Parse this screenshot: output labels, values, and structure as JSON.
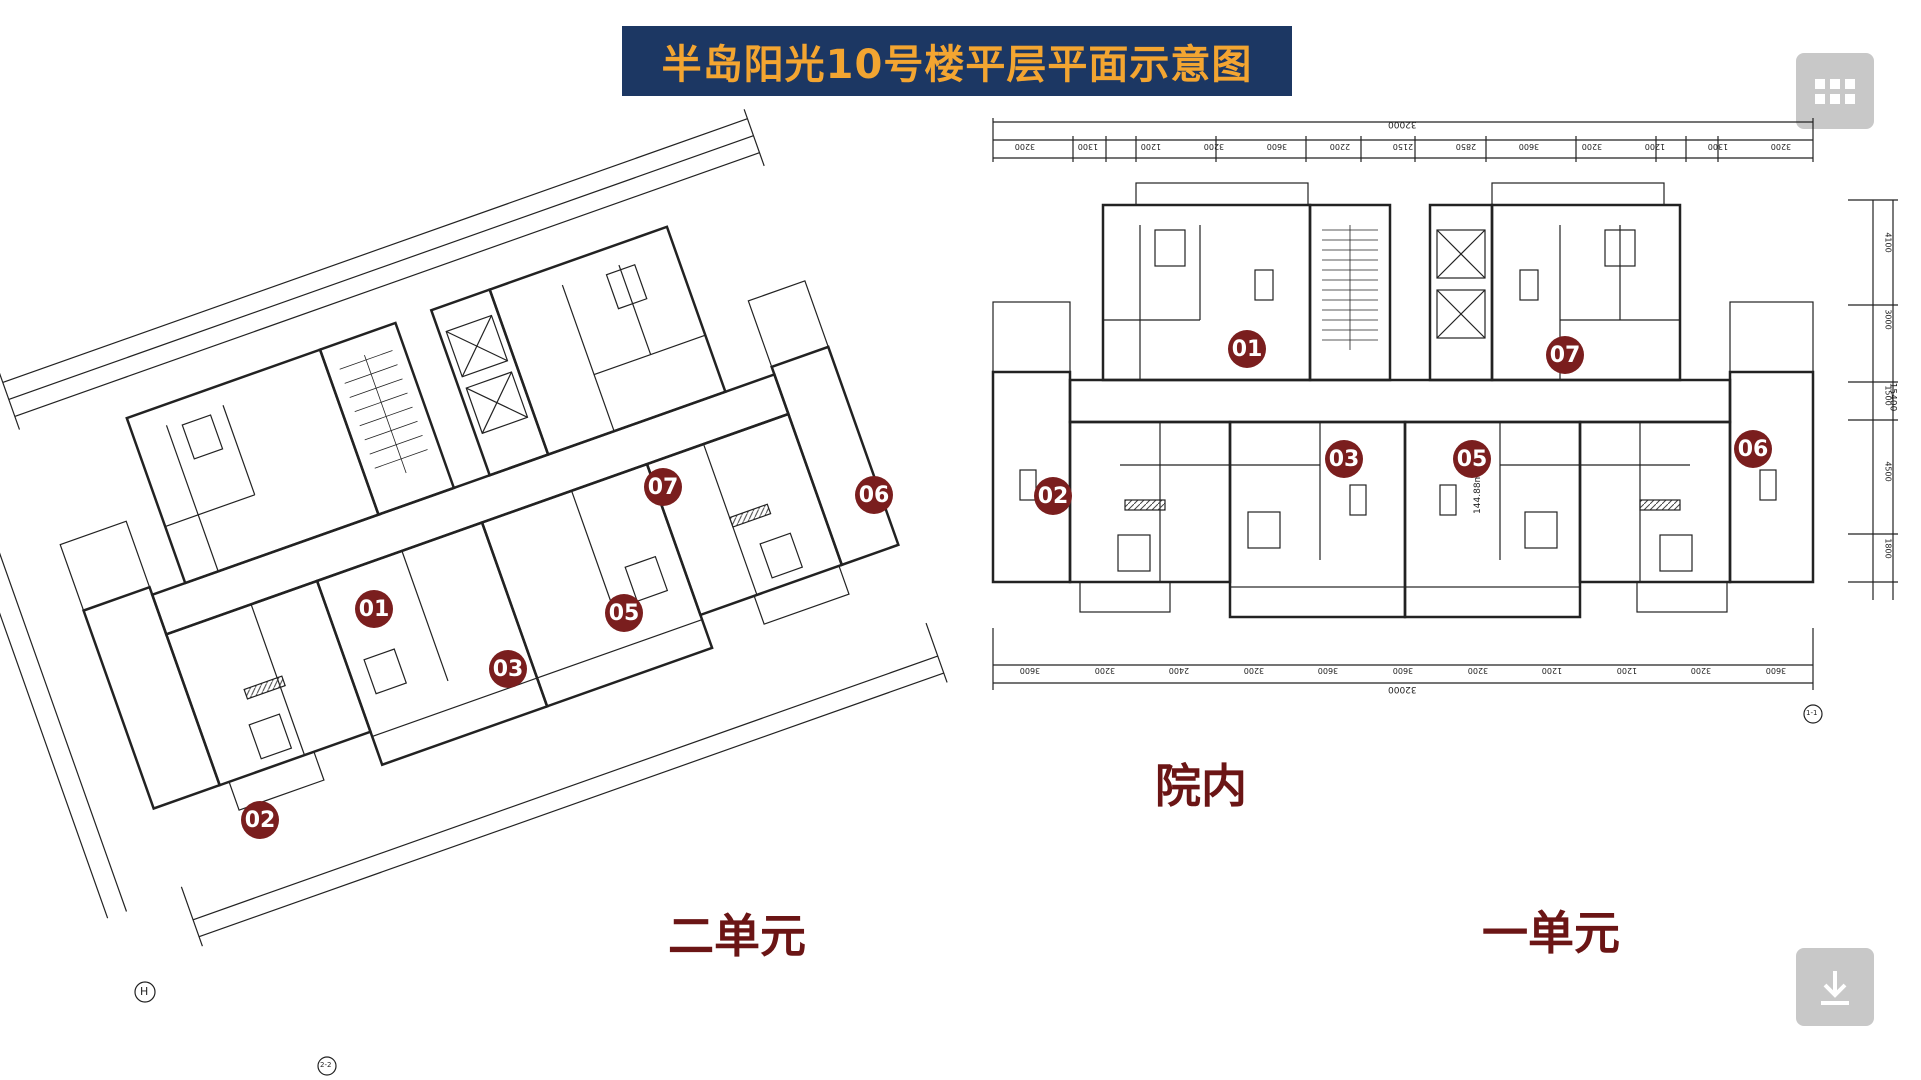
{
  "title": "半岛阳光10号楼平层平面示意图",
  "labels": {
    "courtyard": "院内",
    "unit_two": "二单元",
    "unit_one": "一单元"
  },
  "right_plan_units": [
    "01",
    "07",
    "02",
    "03",
    "05",
    "06"
  ],
  "left_plan_units": [
    "01",
    "07",
    "06",
    "05",
    "03",
    "02"
  ],
  "dimensions": {
    "total_width": "32000",
    "total_depth": "15400",
    "right_top_dims": [
      "3200",
      "1300",
      "1200",
      "3200",
      "3600",
      "2200",
      "2150",
      "2850",
      "3600",
      "3200",
      "1200",
      "1300",
      "3200"
    ],
    "right_bottom_dims": [
      "3600",
      "3200",
      "2400",
      "3200",
      "3600",
      "3600",
      "3200",
      "1200",
      "1200",
      "3200",
      "3600"
    ],
    "right_side_dims": [
      "4100",
      "3000",
      "1500",
      "4500",
      "1800"
    ],
    "area_note": "144.88m²"
  },
  "axis_marks": {
    "right": "1-1",
    "left_a": "H",
    "left_b": "2-2"
  },
  "icons": {
    "menu": "grid-menu-icon",
    "download": "download-icon"
  },
  "colors": {
    "banner_bg": "#1c3763",
    "banner_text": "#f3a531",
    "label_text": "#6b1515",
    "badge_bg": "#7a1e1e"
  }
}
